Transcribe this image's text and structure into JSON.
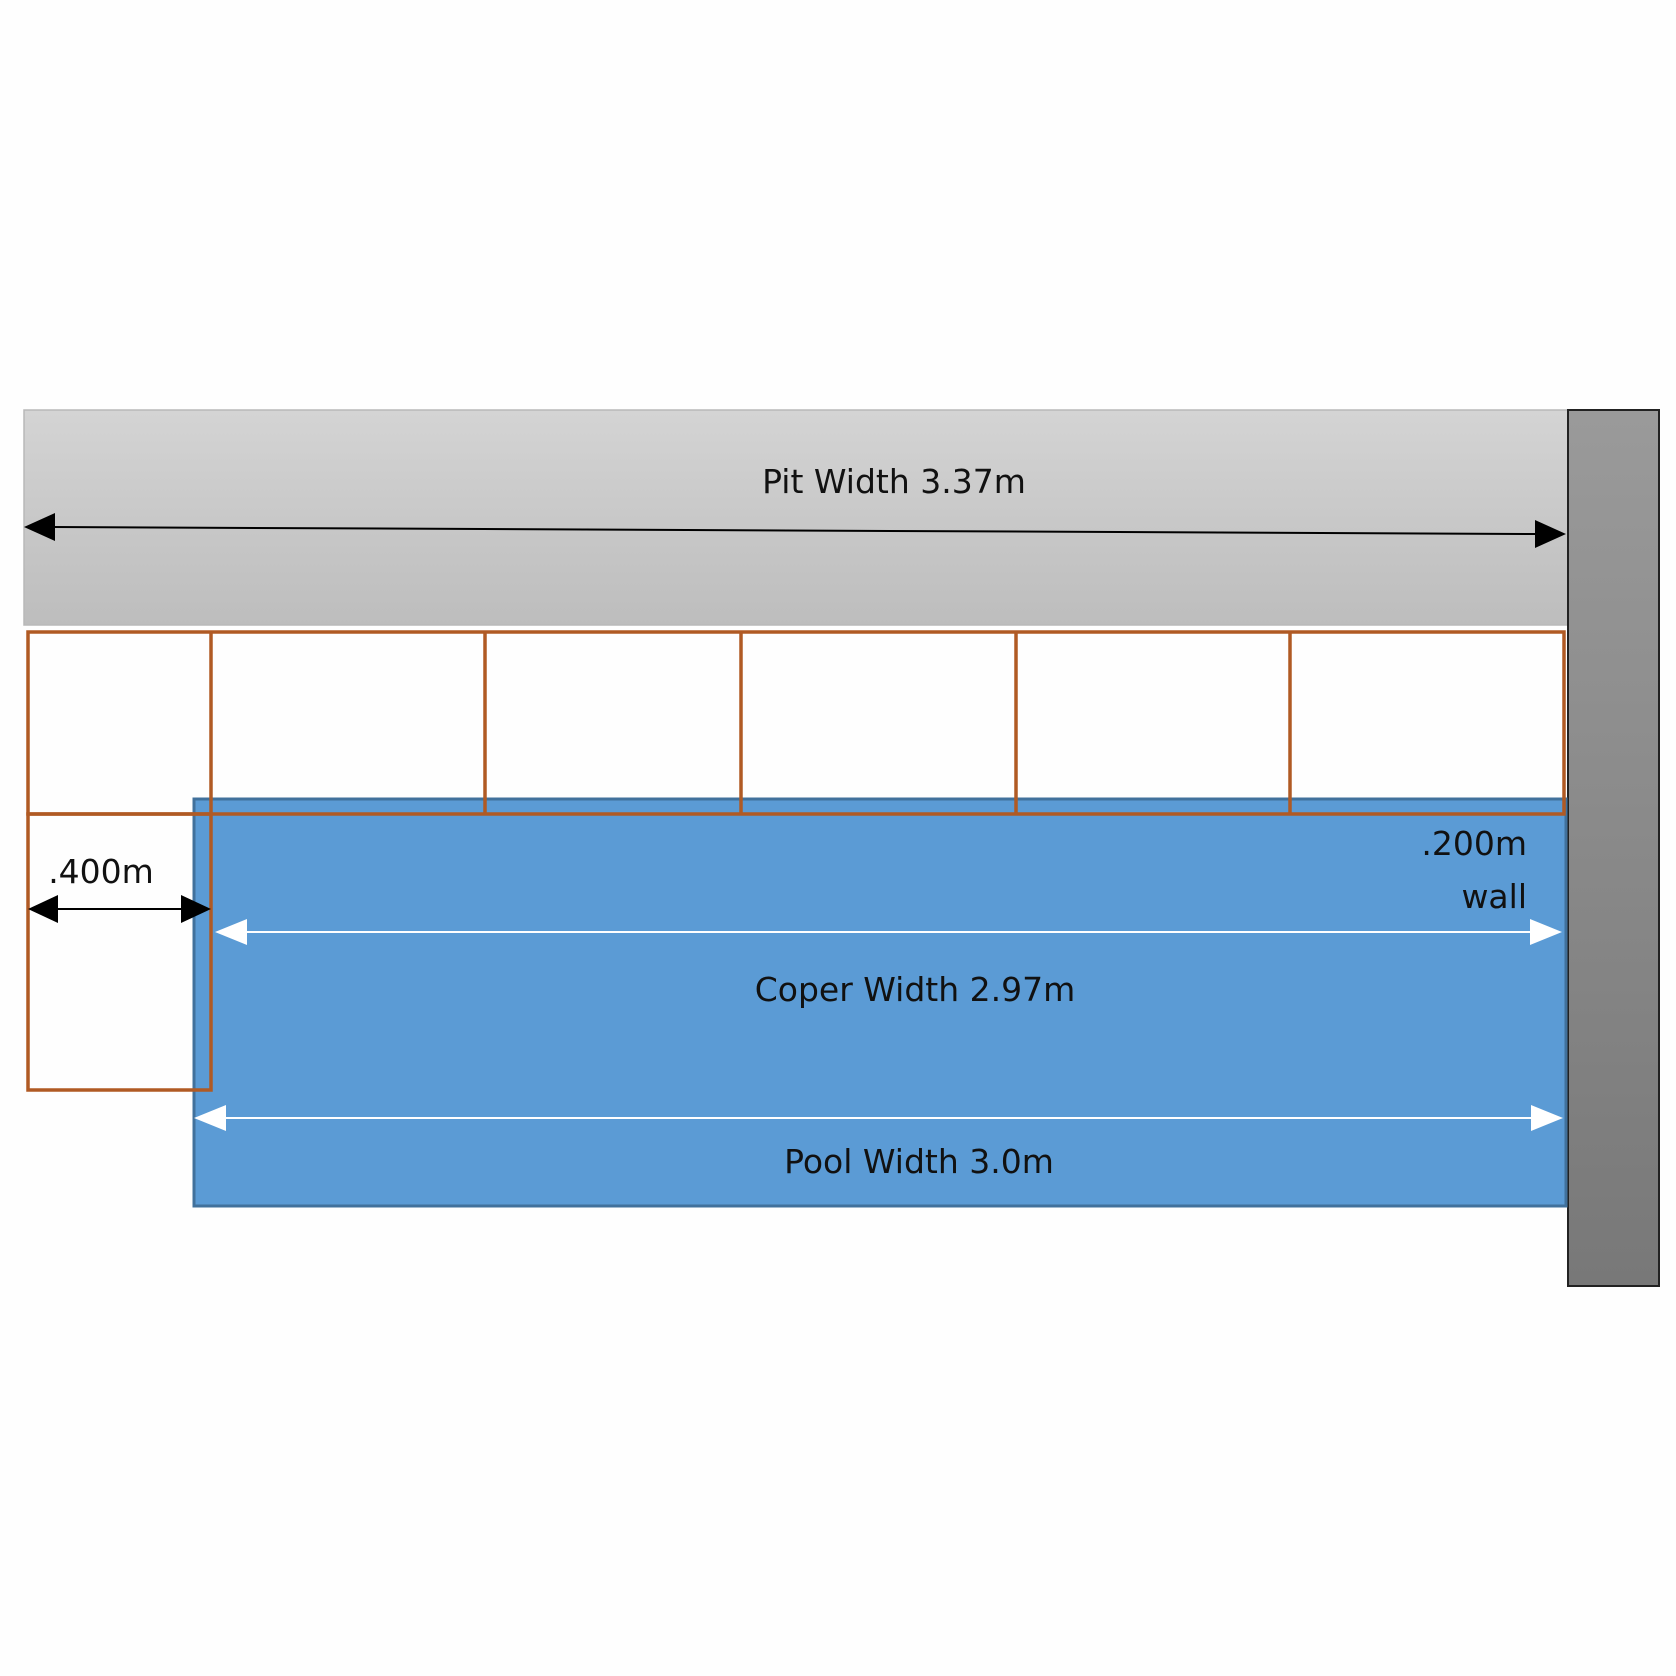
{
  "colors": {
    "background": "#fefefe",
    "pit_fill_top": "#d4d4d4",
    "pit_fill_bottom": "#bdbdbd",
    "wall_fill_top": "#9a9a9a",
    "wall_fill_bottom": "#787878",
    "pool_fill": "#5b9bd5",
    "pool_border": "#41719c",
    "coper_outline": "#b05a24",
    "arrow_dark": "#000000",
    "arrow_light": "#ffffff"
  },
  "labels": {
    "pit_width": "Pit  Width 3.37m",
    "coper_offset": ".400m",
    "wall_thickness": ".200m",
    "wall_word": "wall",
    "coper_width": "Coper  Width 2.97m",
    "pool_width": "Pool  Width 3.0m"
  }
}
